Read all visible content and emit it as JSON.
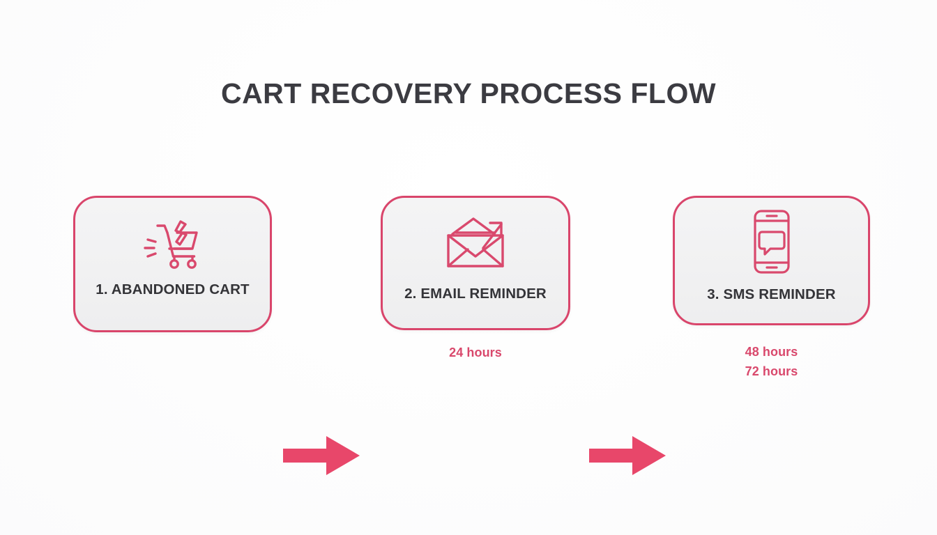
{
  "page": {
    "title": "CART RECOVERY PROCESS FLOW",
    "background_color": "#ffffff",
    "accent_color": "#d9456b",
    "arrow_color": "#e8476a",
    "card_fill_color": "#f1f1f2",
    "text_color": "#343438"
  },
  "flow": {
    "steps": [
      {
        "label": "1. ABANDONED CART",
        "icon": "broken-shopping-cart-icon",
        "timings": []
      },
      {
        "label": "2. EMAIL REMINDER",
        "icon": "open-envelope-send-icon",
        "timings": [
          "24 hours"
        ]
      },
      {
        "label": "3. SMS REMINDER",
        "icon": "phone-message-icon",
        "timings": [
          "48 hours",
          "72 hours"
        ]
      }
    ],
    "connectors": [
      {
        "icon": "right-arrow-icon",
        "from": "1. ABANDONED CART",
        "to": "2. EMAIL REMINDER"
      },
      {
        "icon": "right-arrow-icon",
        "from": "2. EMAIL REMINDER",
        "to": "3. SMS REMINDER"
      }
    ]
  }
}
